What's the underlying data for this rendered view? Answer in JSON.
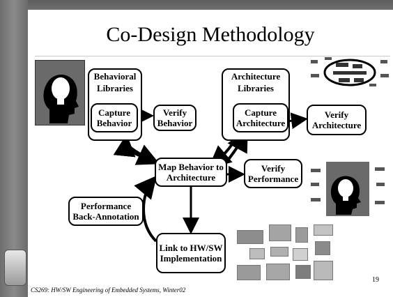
{
  "slide": {
    "title": "Co-Design Methodology",
    "page_number": "19",
    "footer": "CS269: HW/SW Engineering of Embedded Systems, Winter02"
  },
  "diagram": {
    "behavioral_libraries": "Behavioral Libraries",
    "architecture_libraries": "Architecture Libraries",
    "capture_behavior": "Capture Behavior",
    "verify_behavior": "Verify Behavior",
    "capture_architecture": "Capture Architecture",
    "verify_architecture": "Verify Architecture",
    "map_behavior": "Map Behavior to Architecture",
    "verify_performance": "Verify Performance",
    "performance_back_annotation": "Performance Back-Annotation",
    "link_implementation": "Link to HW/SW Implementation"
  },
  "icons": {
    "idea_head_left": "lightbulb-head-icon",
    "idea_head_right": "lightbulb-head-icon",
    "network_diagram": "network-diagram-icon",
    "hardware_collage": "hardware-photos-icon",
    "chip_sidebar": "chip-icon"
  }
}
